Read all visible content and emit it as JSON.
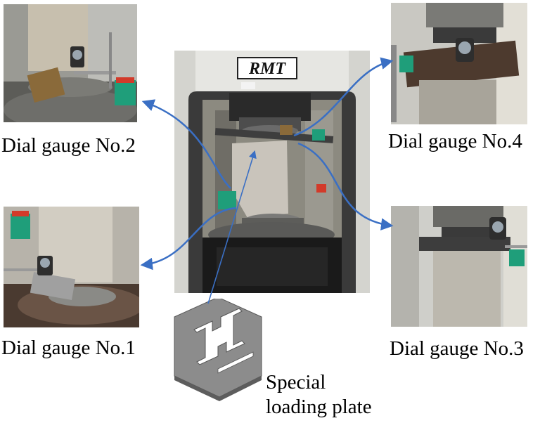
{
  "photos": {
    "machine": {
      "brand": "RMT"
    }
  },
  "captions": {
    "gauge2": "Dial gauge No.2",
    "gauge4": "Dial gauge No.4",
    "gauge1": "Dial gauge No.1",
    "gauge3": "Dial gauge No.3",
    "plate_line1": "Special",
    "plate_line2": "loading plate"
  },
  "colors": {
    "arrow": "#3a6fc4",
    "specimen": "#c9c4bb",
    "steel": "#4d4d4d",
    "gauge_green": "#1f9e7a",
    "plate": "#8c8c8c"
  }
}
